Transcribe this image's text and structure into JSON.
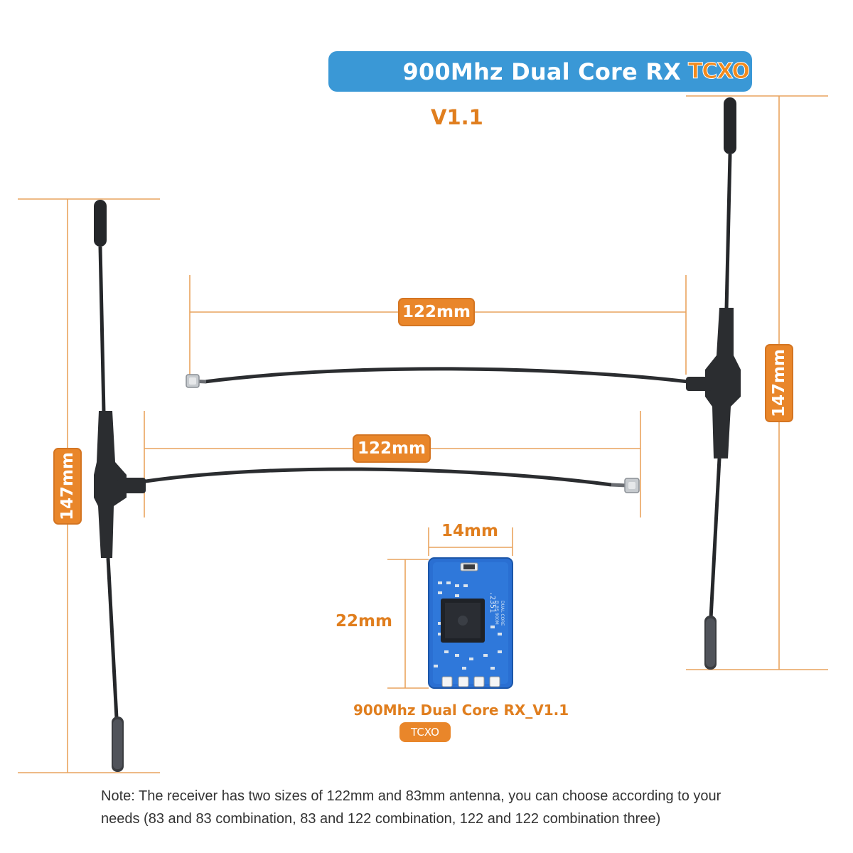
{
  "title": {
    "main": "900Mhz Dual Core RX",
    "accent": "TCXO"
  },
  "version": "V1.1",
  "dimensions": {
    "antenna_length_left": "147mm",
    "antenna_length_right": "147mm",
    "cable_top": "122mm",
    "cable_bottom": "122mm",
    "module_width": "14mm",
    "module_height": "22mm"
  },
  "module": {
    "label": "900Mhz Dual Core RX_V1.1",
    "badge": "TCXO",
    "pcb_text": ".2351"
  },
  "note": {
    "line1": "Note: The receiver has two sizes of 122mm and 83mm antenna, you can choose according to your",
    "line2": "needs (83 and 83 combination, 83 and 122 combination, 122 and 122 combination three)"
  },
  "colors": {
    "accent_orange": "#e9862a",
    "banner_blue": "#3a98d6",
    "pcb_blue": "#2a6fd2",
    "antenna_black": "#2b2d30"
  }
}
